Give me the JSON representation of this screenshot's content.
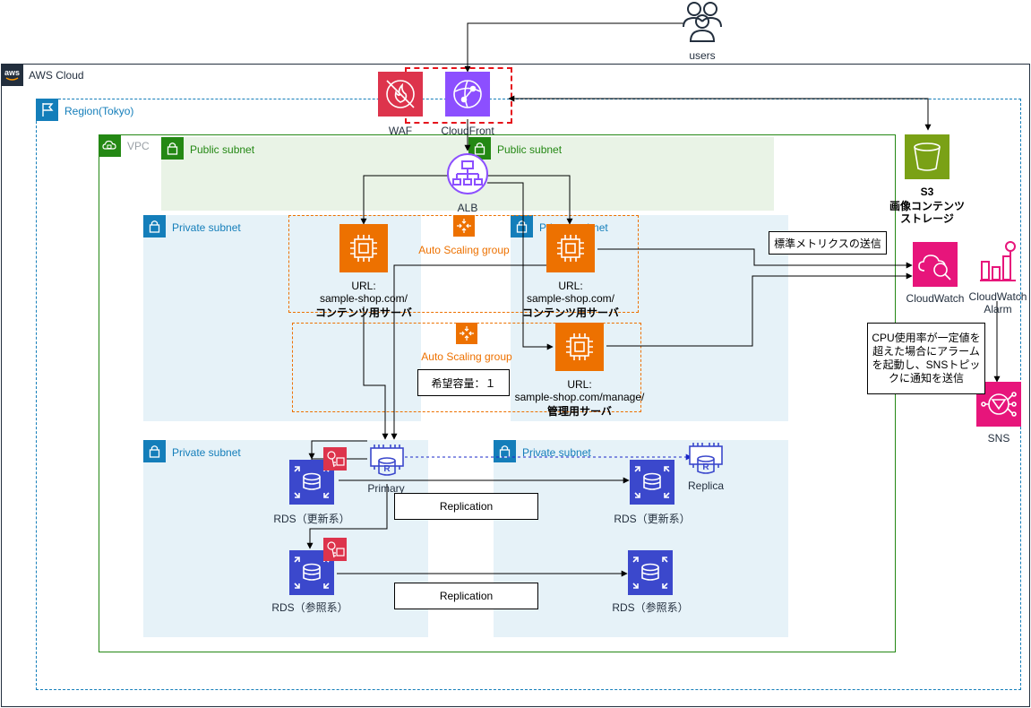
{
  "cloud": {
    "label": "AWS Cloud"
  },
  "region": {
    "label": "Region(Tokyo)"
  },
  "vpc": {
    "label": "VPC"
  },
  "subnets": {
    "public_left": "Public subnet",
    "public_right": "Public subnet",
    "private_app_left": "Private subnet",
    "private_app_right": "Private subnet",
    "private_db_left": "Private subnet",
    "private_db_right": "Private subnet"
  },
  "users": {
    "label": "users"
  },
  "waf": {
    "label": "WAF"
  },
  "cloudfront": {
    "label": "CloudFront"
  },
  "alb": {
    "label": "ALB"
  },
  "s3": {
    "label": "S3",
    "desc_line1": "画像コンテンツ",
    "desc_line2": "ストレージ"
  },
  "cloudwatch": {
    "label": "CloudWatch"
  },
  "cloudwatch_alarm": {
    "label_line1": "CloudWatch",
    "label_line2": "Alarm"
  },
  "sns": {
    "label": "SNS"
  },
  "notes": {
    "metrics": "標準メトリクスの送信",
    "alarm_line1": "CPU使用率が一定値を",
    "alarm_line2": "超えた場合にアラーム",
    "alarm_line3": "を起動し、SNSトピッ",
    "alarm_line4": "クに通知を送信",
    "desired": "希望容量：１",
    "replication_1": "Replication",
    "replication_2": "Replication"
  },
  "asg": {
    "label_1": "Auto Scaling group",
    "label_2": "Auto Scaling group"
  },
  "ec2_left": {
    "url": "URL:",
    "path": "sample-shop.com/",
    "role": "コンテンツ用サーバ"
  },
  "ec2_right": {
    "url": "URL:",
    "path": "sample-shop.com/",
    "role": "コンテンツ用サーバ"
  },
  "ec2_manage": {
    "url": "URL:",
    "path": "sample-shop.com/manage/",
    "role": "管理用サーバ"
  },
  "rds": {
    "primary": "Primary",
    "replica": "Replica",
    "update_left": "RDS（更新系）",
    "update_right": "RDS（更新系）",
    "ref_left": "RDS（参照系）",
    "ref_right": "RDS（参照系）"
  },
  "colors": {
    "public_subnet_fill": "#e9f3e6",
    "private_subnet_fill": "#e6f2f8",
    "vpc_border": "#248814",
    "region_border": "#147eba",
    "ec2": "#ed7100",
    "rds": "#3b48cc",
    "cloudfront": "#8c4fff",
    "waf": "#dd344c",
    "s3": "#7aa116",
    "cloudwatch": "#e7157b",
    "sns": "#e7157b",
    "asg": "#ed7100"
  }
}
